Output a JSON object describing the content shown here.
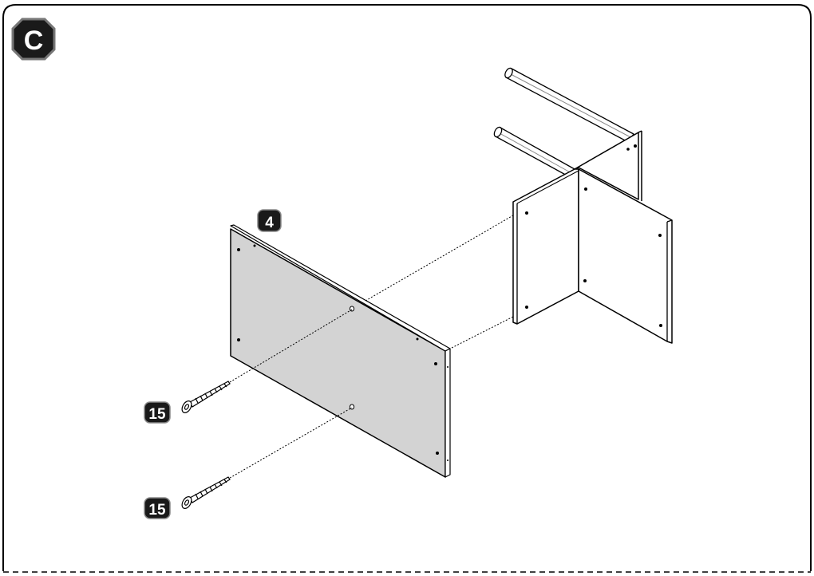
{
  "step": {
    "letter": "C"
  },
  "parts": {
    "panel": {
      "number": "4"
    },
    "screw_top": {
      "number": "15"
    },
    "screw_bottom": {
      "number": "15"
    }
  }
}
